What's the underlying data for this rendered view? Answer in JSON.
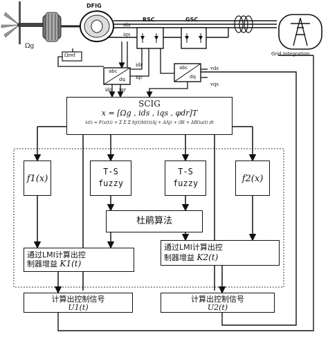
{
  "top": {
    "omega_g": "Ωg",
    "omega_ref": "Ωref",
    "dfig": "DFIG",
    "rsc": "RSC",
    "gsc": "GSC",
    "grid": "Grid Integration",
    "ids": "ids",
    "iqs": "iqs",
    "idr": "idr",
    "iqr": "iqr",
    "vds": "vds",
    "vqs": "vqs",
    "idr_out": "idr",
    "iqr_out": "iqr",
    "abc": "abc",
    "dq": "dq"
  },
  "scig": {
    "title": "SCIG",
    "state": "x = [Ωg , ids , iqs , φdr]T",
    "equation": "ẋ(t) = F(x(t)) + Σ Σ Σ hj(t)hl(t)(Aj + ΔAj) + (Bl + ΔBl)u(t) dt"
  },
  "blocks": {
    "f1": "f1(x)",
    "ts1": "T-S fuzzy",
    "ts2": "T-S fuzzy",
    "f2": "f2(x)",
    "cuckoo": "杜鹃算法",
    "lmi1_line1": "通过LMI计算出控",
    "lmi1_line2": "制器增益",
    "lmi1_gain": "K1(t)",
    "lmi2_line1": "通过LMI计算出控",
    "lmi2_line2": "制器增益",
    "lmi2_gain": "K2(t)",
    "sig1_text": "计算出控制信号",
    "sig1_var": "U1(t)",
    "sig2_text": "计算出控制信号",
    "sig2_var": "U2(t)"
  }
}
